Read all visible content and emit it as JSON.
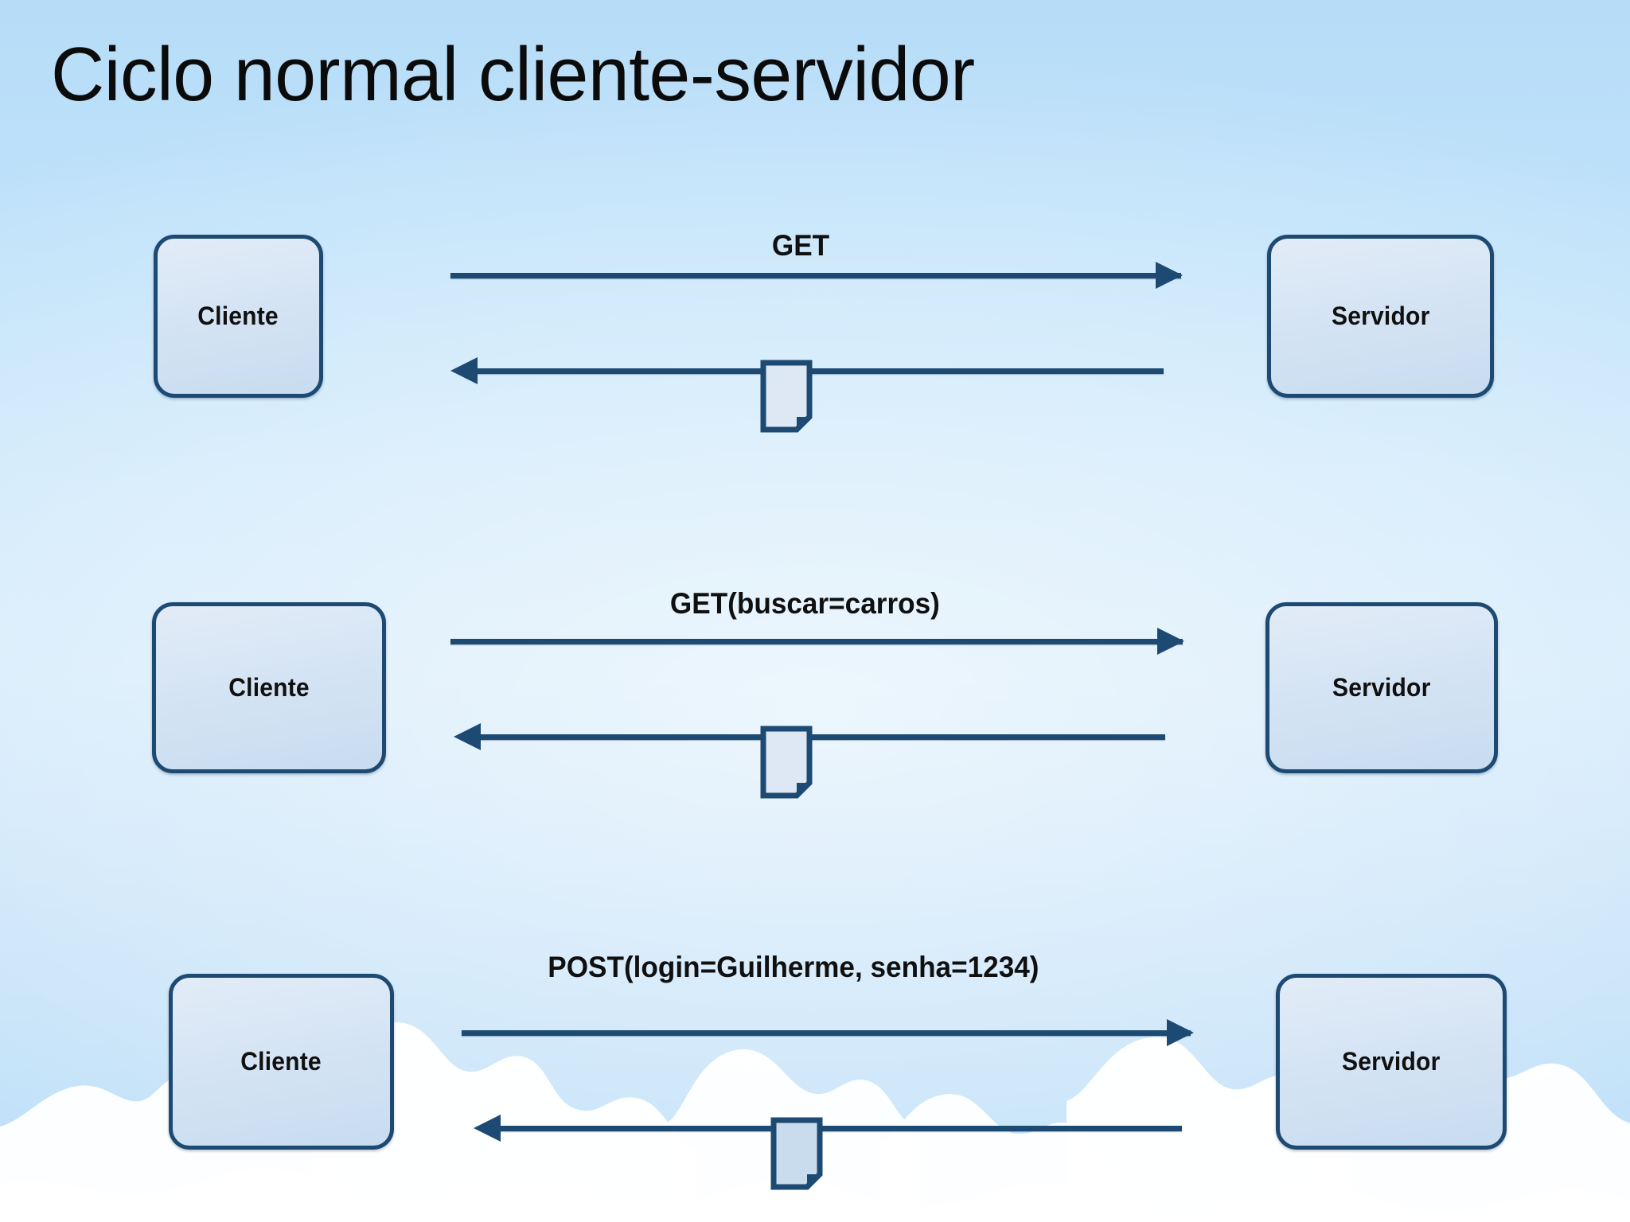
{
  "slide": {
    "title": "Ciclo normal cliente-servidor",
    "background_top_color": "#b6dcf8",
    "background_mid_color": "#cfe8fa",
    "node_border_color": "#1d4a72",
    "node_fill_color": "#d5e4f4",
    "arrow_color": "#1d4a72",
    "title_color": "#0b0b0b",
    "cloud_color": "#ffffff"
  },
  "exchanges": [
    {
      "client_label": "Cliente",
      "server_label": "Servidor",
      "request_label": "GET",
      "request_direction": "client-to-server",
      "response_direction": "server-to-client",
      "response_payload_icon": "document-icon"
    },
    {
      "client_label": "Cliente",
      "server_label": "Servidor",
      "request_label": "GET(buscar=carros)",
      "request_direction": "client-to-server",
      "response_direction": "server-to-client",
      "response_payload_icon": "document-icon"
    },
    {
      "client_label": "Cliente",
      "server_label": "Servidor",
      "request_label": "POST(login=Guilherme, senha=1234)",
      "request_direction": "client-to-server",
      "response_direction": "server-to-client",
      "response_payload_icon": "document-icon"
    }
  ]
}
